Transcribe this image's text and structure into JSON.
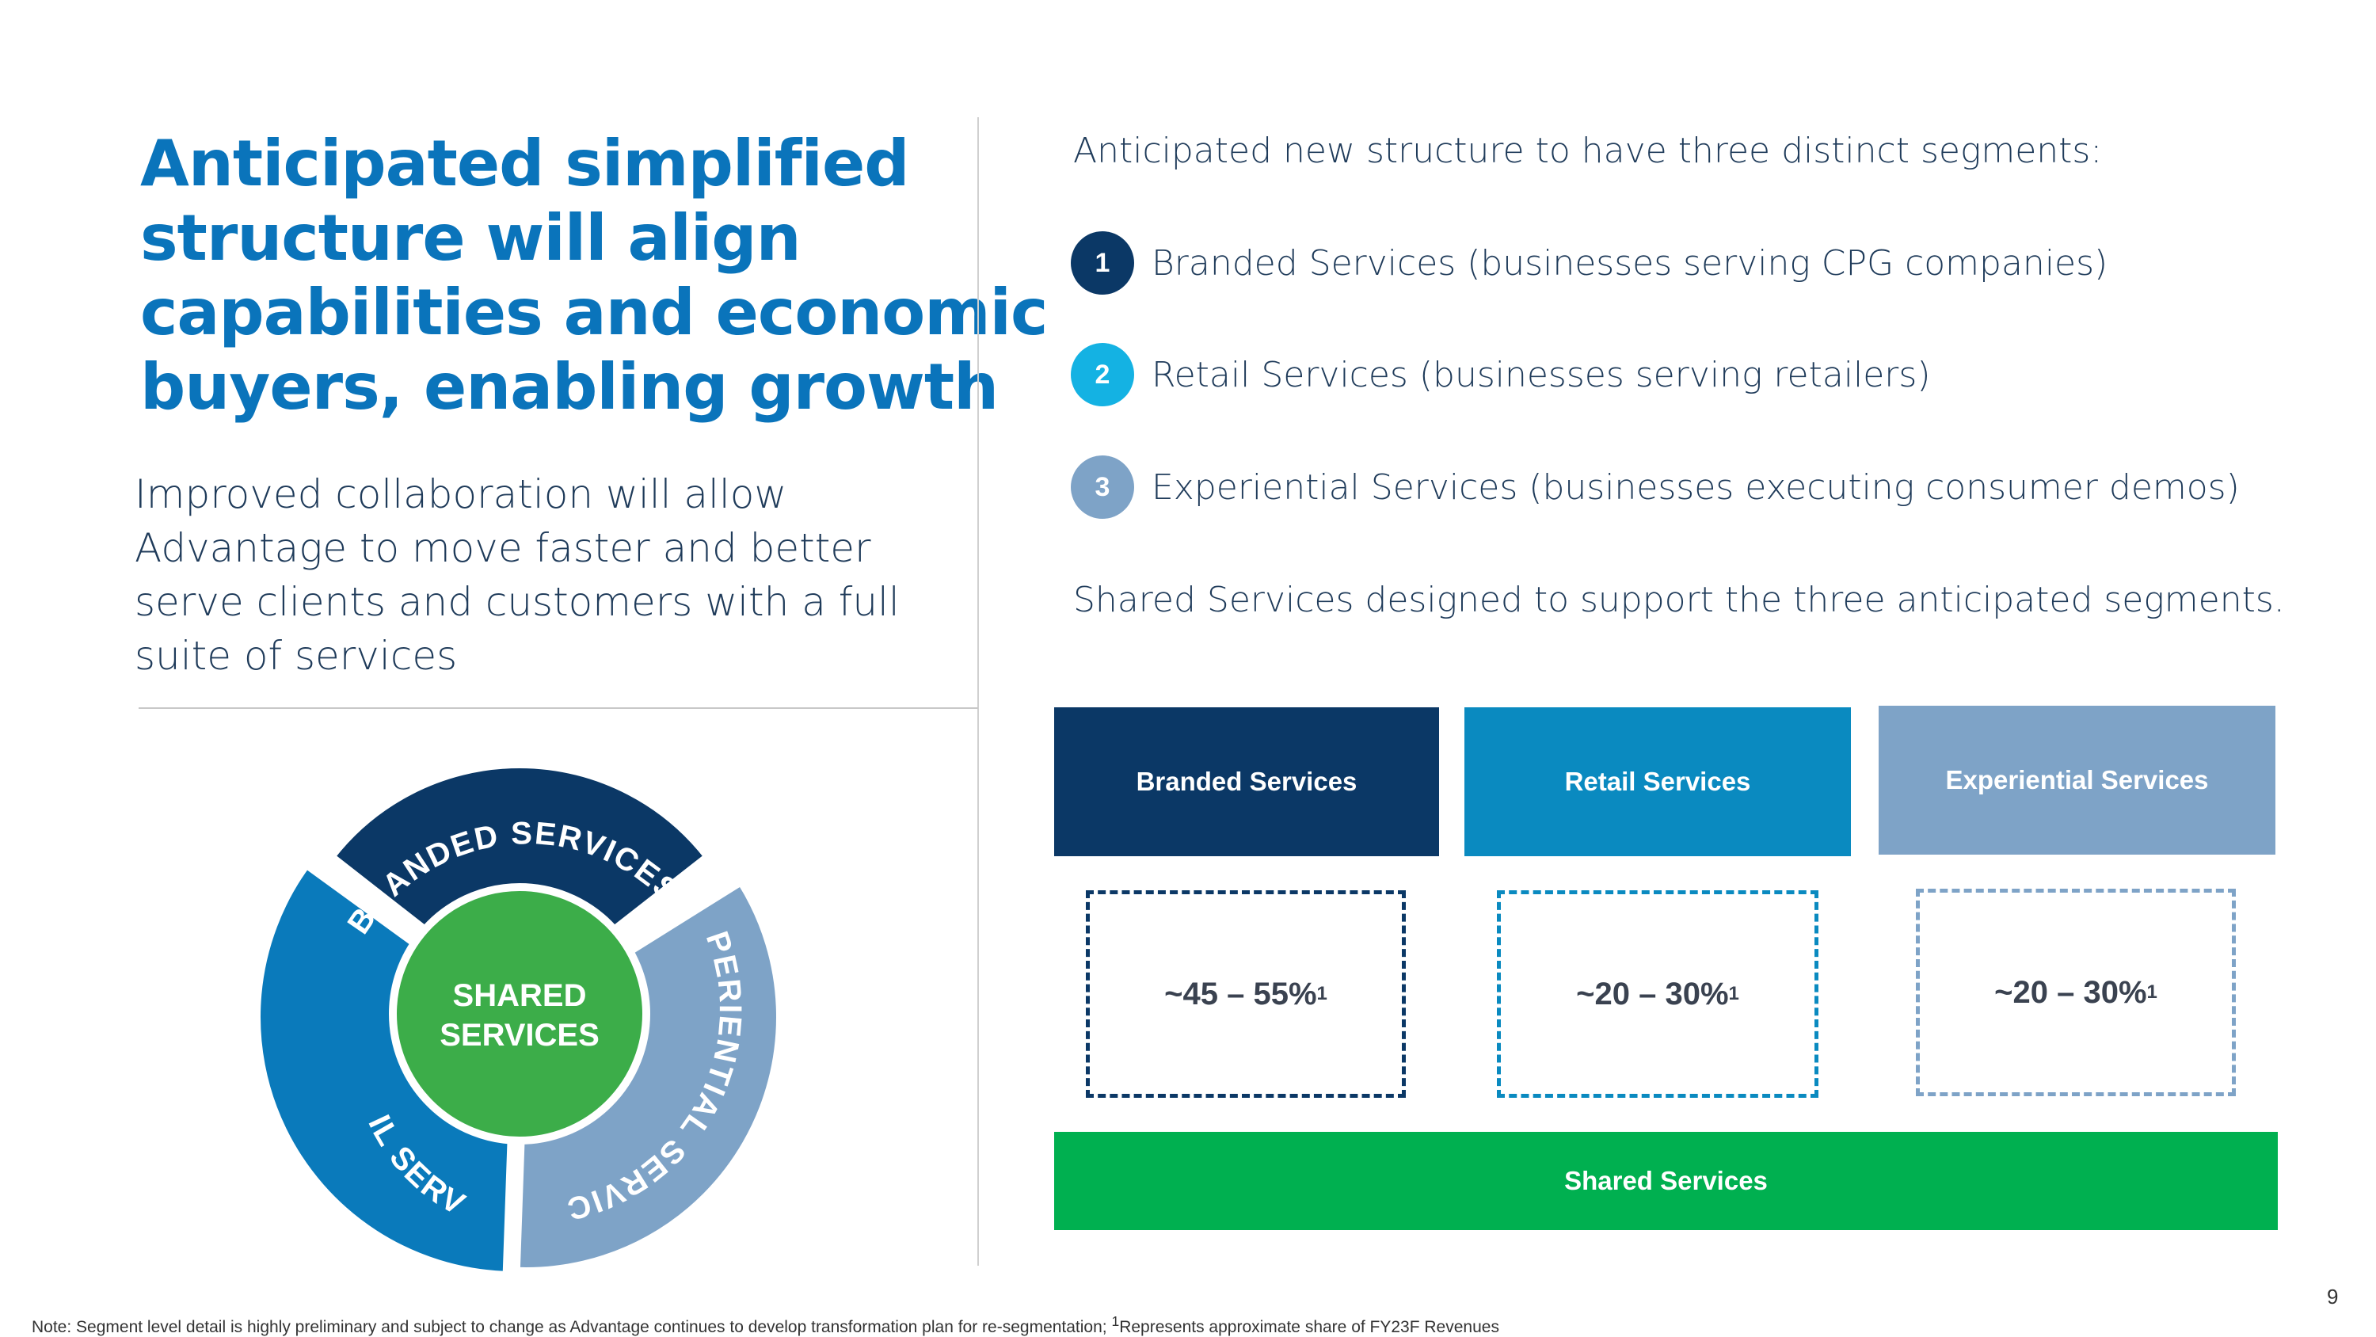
{
  "title_lines": [
    "Anticipated simplified",
    "structure will align",
    "capabilities and economic",
    "buyers, enabling growth"
  ],
  "subtitle_lines": [
    "Improved collaboration will allow",
    "Advantage to move faster and better",
    "serve clients and customers with a full",
    "suite of services"
  ],
  "intro": "Anticipated new structure to have three distinct segments:",
  "segments": [
    {
      "num": "1",
      "text": "Branded Services (businesses serving CPG companies)",
      "color": "#0b3866"
    },
    {
      "num": "2",
      "text": "Retail Services (businesses serving retailers)",
      "color": "#14b2e3"
    },
    {
      "num": "3",
      "text": "Experiential Services (businesses executing consumer demos)",
      "color": "#7ea3c7"
    }
  ],
  "shared_note": "Shared Services designed to support the three anticipated segments.",
  "wheel": {
    "branded": "BRANDED SERVICES",
    "retail": "RETAIL SERVICES",
    "experiential": "EXPERIENTIAL SERVICES",
    "center_line1": "SHARED",
    "center_line2": "SERVICES",
    "colors": {
      "branded": "#0b3866",
      "retail": "#0a7abb",
      "experiential": "#7ea3c7",
      "center": "#3cad49"
    }
  },
  "columns": [
    {
      "label": "Branded Services",
      "share": "~45 – 55%",
      "sup": "1",
      "color": "#0b3866"
    },
    {
      "label": "Retail Services",
      "share": "~20 – 30%",
      "sup": "1",
      "color": "#0a8ac0"
    },
    {
      "label": "Experiential Services",
      "share": "~20 – 30%",
      "sup": "1",
      "color": "#7ea3c7"
    }
  ],
  "shared_bar": {
    "label": "Shared Services",
    "color": "#00b050"
  },
  "footnote_pre": "Note: Segment level detail is highly preliminary and subject to change as Advantage continues to develop transformation plan for re-segmentation; ",
  "footnote_sup": "1",
  "footnote_post": "Represents approximate share of FY23F Revenues",
  "page_number": "9"
}
